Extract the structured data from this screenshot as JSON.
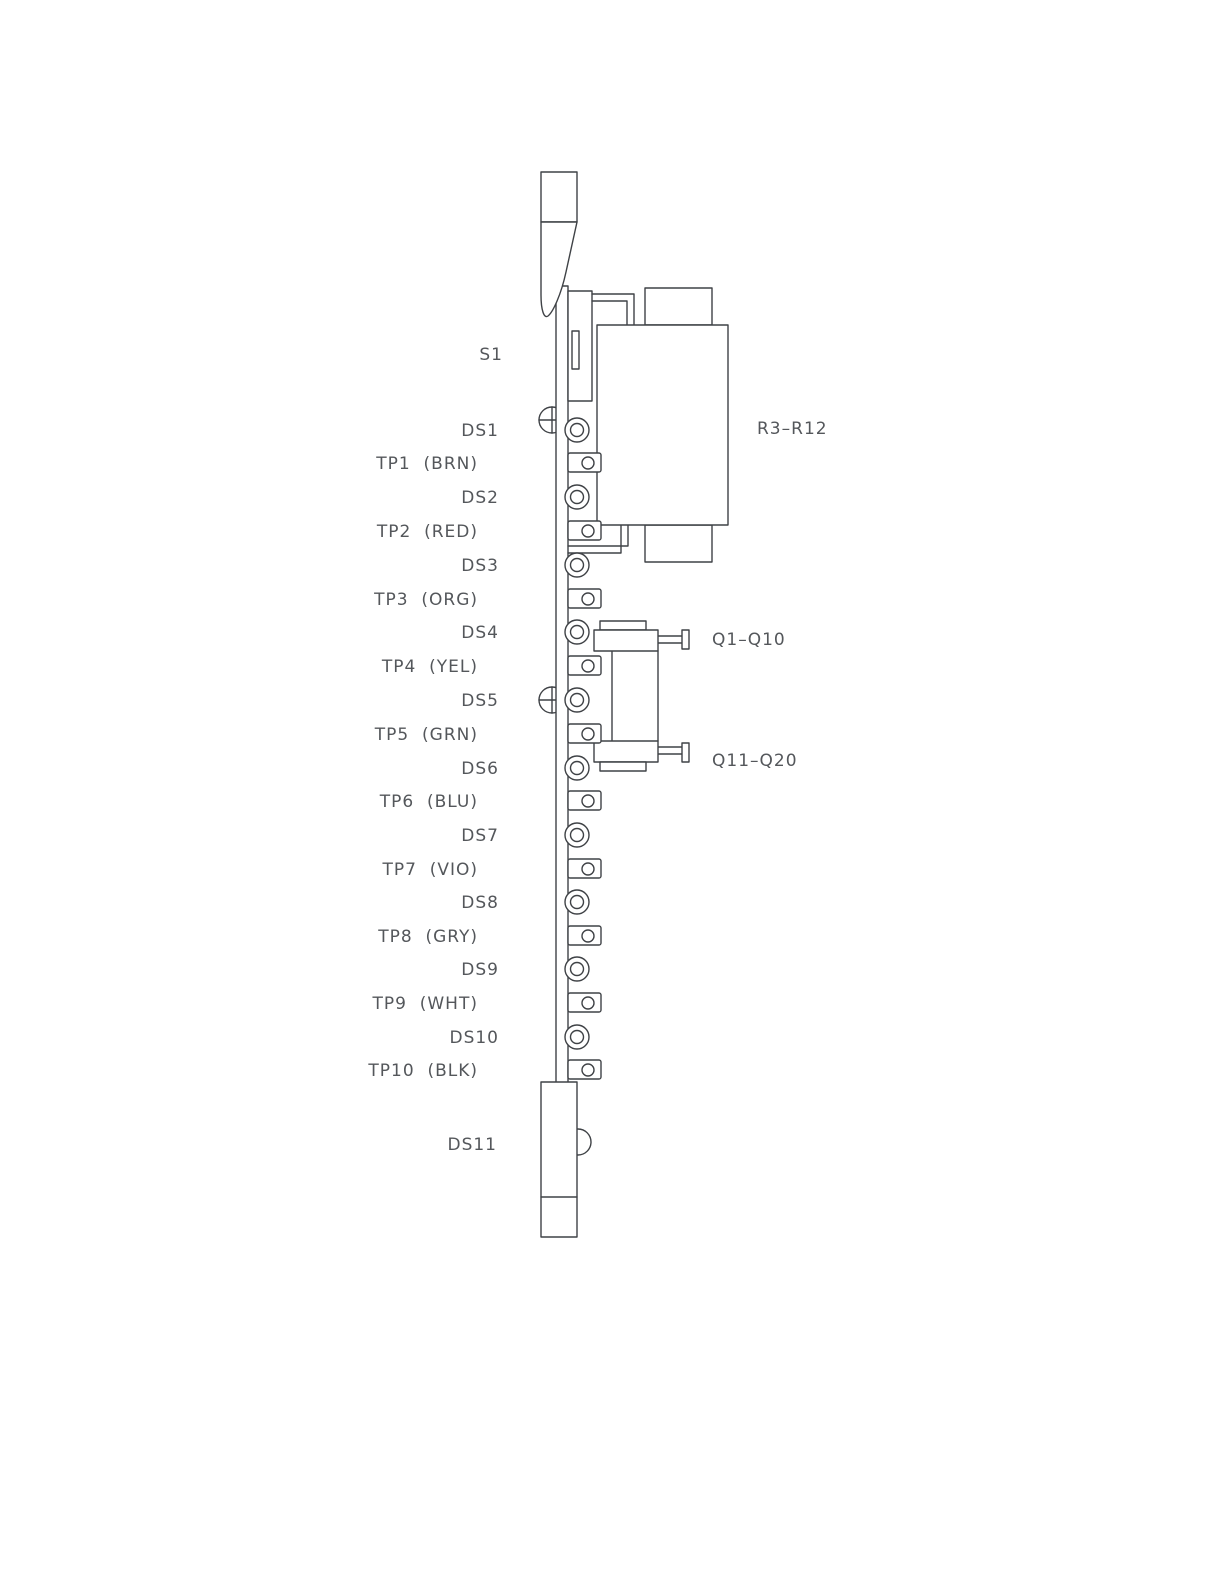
{
  "diagram": {
    "kind": "component-location-side-view",
    "side_labels": {
      "s1": "S1",
      "ds": [
        "DS1",
        "DS2",
        "DS3",
        "DS4",
        "DS5",
        "DS6",
        "DS7",
        "DS8",
        "DS9",
        "DS10",
        "DS11"
      ],
      "tp": [
        "TP1  (BRN)",
        "TP2  (RED)",
        "TP3  (ORG)",
        "TP4  (YEL)",
        "TP5  (GRN)",
        "TP6  (BLU)",
        "TP7  (VIO)",
        "TP8  (GRY)",
        "TP9  (WHT)",
        "TP10  (BLK)"
      ]
    },
    "right_labels": {
      "resistors": "R3–R12",
      "transistors_top": "Q1–Q10",
      "transistors_bottom": "Q11–Q20"
    }
  }
}
